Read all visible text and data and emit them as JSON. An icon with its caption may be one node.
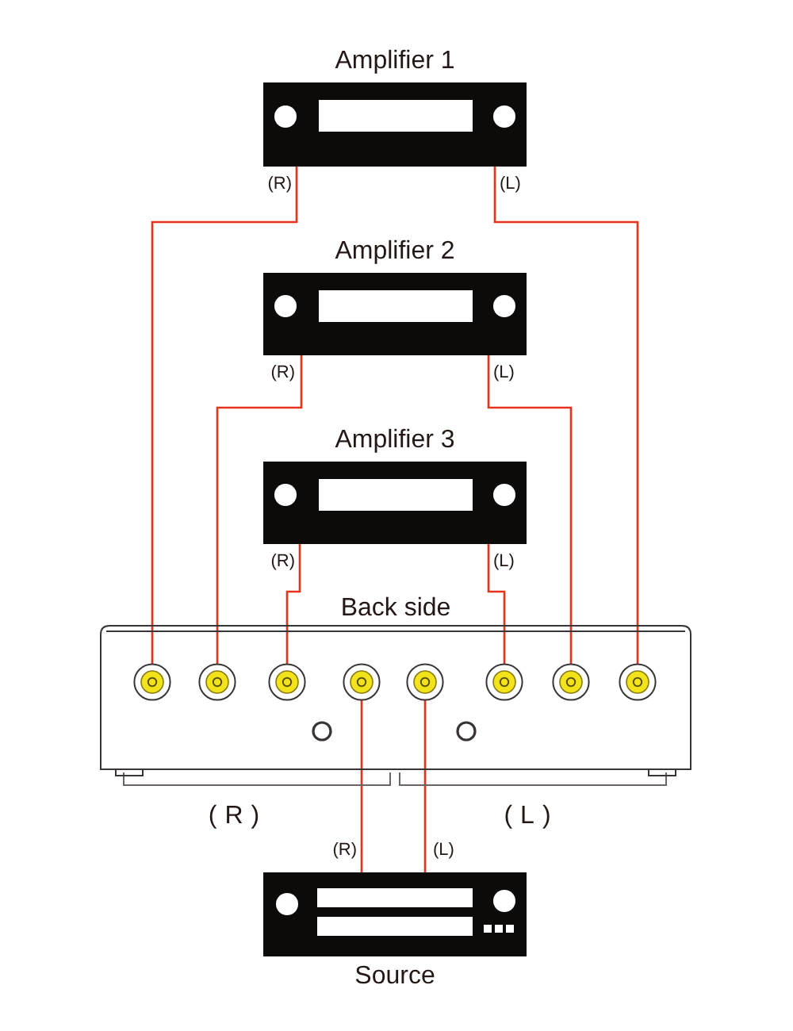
{
  "diagram": {
    "nodes": [
      {
        "text": [
          "Amplifier 1"
        ],
        "beside": [
          "(R)",
          "(L)"
        ]
      },
      {
        "text": [
          "Amplifier 2"
        ],
        "beside": [
          "(R)",
          "(L)"
        ]
      },
      {
        "text": [
          "Amplifier 3"
        ],
        "beside": [
          "(R)",
          "(L)"
        ]
      },
      {
        "text": [
          "Back side"
        ]
      },
      {
        "text": [],
        "shape": "circle",
        "in": 3
      },
      {
        "text": [],
        "shape": "circle",
        "in": 3
      },
      {
        "text": [],
        "shape": "circle",
        "in": 3
      },
      {
        "text": [],
        "shape": "circle",
        "in": 3
      },
      {
        "text": [],
        "shape": "circle",
        "in": 3
      },
      {
        "text": [],
        "shape": "circle",
        "in": 3
      },
      {
        "text": [],
        "shape": "circle",
        "in": 3
      },
      {
        "text": [],
        "shape": "circle",
        "in": 3
      },
      {
        "text": [
          "Source"
        ],
        "beside": [
          "(R)",
          "(L)"
        ]
      }
    ],
    "edges": [
      {
        "from": 0,
        "to": 4,
        "arrow": "none"
      },
      {
        "from": 1,
        "to": 5,
        "arrow": "none"
      },
      {
        "from": 2,
        "to": 6,
        "arrow": "none"
      },
      {
        "from": 12,
        "to": 7,
        "arrow": "none"
      },
      {
        "from": 12,
        "to": 8,
        "arrow": "none"
      },
      {
        "from": 2,
        "to": 9,
        "arrow": "none"
      },
      {
        "from": 1,
        "to": 10,
        "arrow": "none"
      },
      {
        "from": 0,
        "to": 11,
        "arrow": "none"
      }
    ],
    "labels": [
      "(R)",
      "(L)"
    ]
  }
}
